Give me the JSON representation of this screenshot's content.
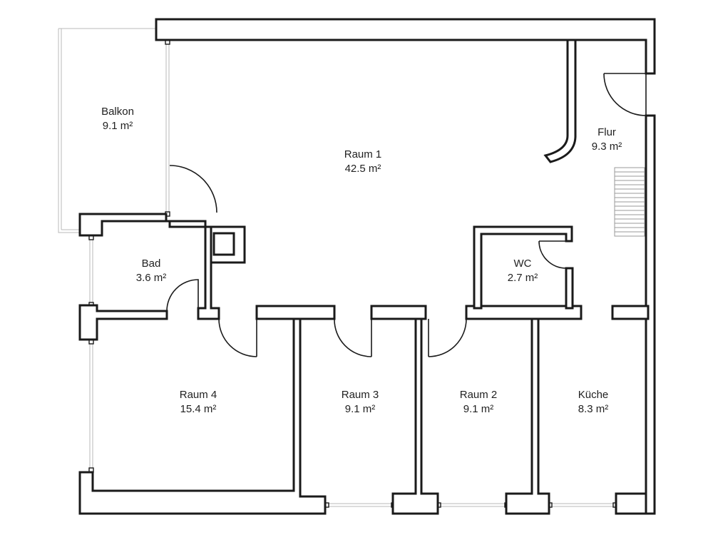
{
  "rooms": {
    "balkon": {
      "name": "Balkon",
      "area": "9.1 m²"
    },
    "raum1": {
      "name": "Raum 1",
      "area": "42.5 m²"
    },
    "flur": {
      "name": "Flur",
      "area": "9.3 m²"
    },
    "bad": {
      "name": "Bad",
      "area": "3.6 m²"
    },
    "wc": {
      "name": "WC",
      "area": "2.7 m²"
    },
    "raum4": {
      "name": "Raum 4",
      "area": "15.4 m²"
    },
    "raum3": {
      "name": "Raum 3",
      "area": "9.1 m²"
    },
    "raum2": {
      "name": "Raum 2",
      "area": "9.1 m²"
    },
    "kueche": {
      "name": "Küche",
      "area": "8.3 m²"
    }
  },
  "colors": {
    "wall_stroke": "#1a1a1a",
    "window": "#b8b8b8",
    "background": "#ffffff"
  }
}
